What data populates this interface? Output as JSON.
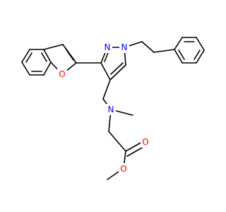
{
  "molecule": {
    "atoms": {
      "o_furan": {
        "text": "O",
        "color": "#ff0000"
      },
      "n_pyrazole_2": {
        "text": "N",
        "color": "#0000ff"
      },
      "n_pyrazole_1": {
        "text": "N",
        "color": "#0000ff"
      },
      "n_amine": {
        "text": "N",
        "color": "#0000ff"
      },
      "o_carbonyl": {
        "text": "O",
        "color": "#ff0000"
      },
      "o_ester": {
        "text": "O",
        "color": "#ff0000"
      }
    }
  }
}
